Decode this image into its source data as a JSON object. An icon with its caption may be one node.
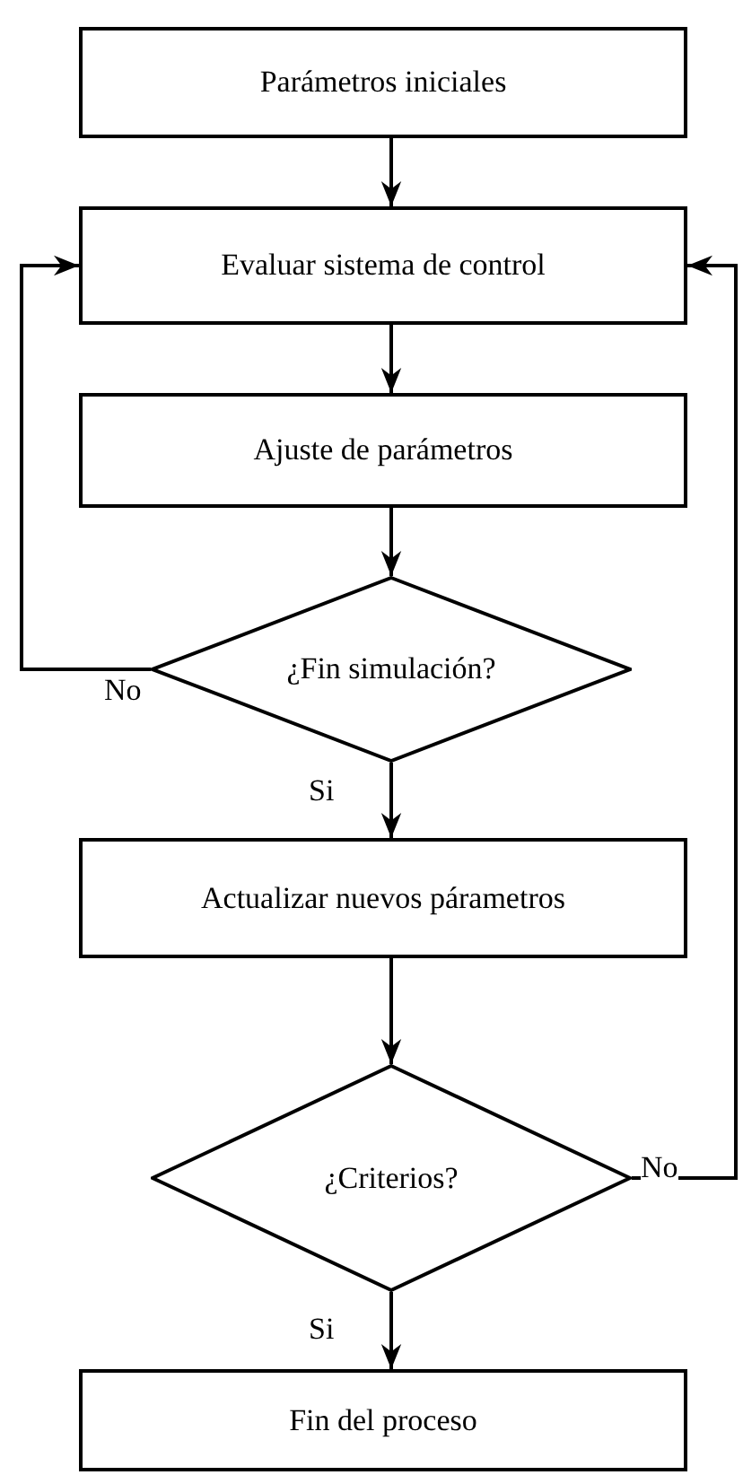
{
  "diagram": {
    "nodes": [
      {
        "text": [
          "Parámetros iniciales"
        ]
      },
      {
        "text": [
          "Evaluar sistema de control"
        ]
      },
      {
        "text": [
          "Ajuste de parámetros"
        ]
      },
      {
        "text": [
          "¿Fin simulación?"
        ]
      },
      {
        "text": [
          "Actualizar nuevos párametros"
        ]
      },
      {
        "text": [
          "¿Criterios?"
        ]
      },
      {
        "text": [
          "Fin del proceso"
        ]
      }
    ],
    "edges": [
      {
        "from": 0,
        "to": 1,
        "arrow": "to"
      },
      {
        "from": 1,
        "to": 2,
        "arrow": "to"
      },
      {
        "from": 2,
        "to": 3,
        "arrow": "to"
      },
      {
        "from": 3,
        "to": 1,
        "arrow": "to",
        "label": "No"
      },
      {
        "from": 3,
        "to": 4,
        "arrow": "to",
        "label": "Si"
      },
      {
        "from": 4,
        "to": 5,
        "arrow": "to"
      },
      {
        "from": 5,
        "to": 1,
        "arrow": "to",
        "label": "No"
      },
      {
        "from": 5,
        "to": 6,
        "arrow": "to",
        "label": "Si"
      }
    ]
  }
}
